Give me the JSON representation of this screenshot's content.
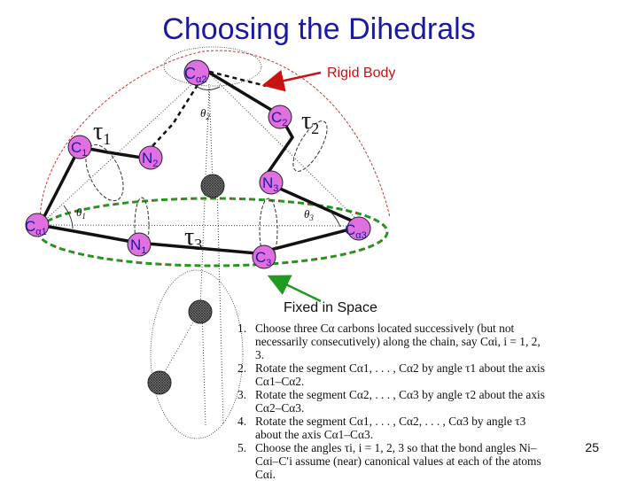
{
  "title": "Choosing the Dihedrals",
  "annotations": {
    "rigid_body": "Rigid Body",
    "fixed_in_space": "Fixed in Space"
  },
  "atoms": {
    "ca2_main": "C",
    "ca2_sub": "α2",
    "c1": "C",
    "c1_sub": "1",
    "c2": "C",
    "c2_sub": "2",
    "n2": "N",
    "n2_sub": "2",
    "n3": "N",
    "n3_sub": "3",
    "ca1_main": "C",
    "ca1_sub": "α1",
    "n1": "N",
    "n1_sub": "1",
    "ca3_main": "C",
    "ca3_sub": "α3",
    "c3": "C",
    "c3_sub": "3"
  },
  "greek": {
    "tau1": "τ",
    "tau1_sub": "1",
    "tau2": "τ",
    "tau2_sub": "2",
    "tau3": "τ",
    "tau3_sub": "3",
    "theta1": "θ",
    "theta1_sub": "1",
    "theta2": "θ",
    "theta2_sub": "2",
    "theta3": "θ",
    "theta3_sub": "3"
  },
  "steps": [
    {
      "num": "1.",
      "text": "Choose three Cα carbons located successively (but not necessarily consecutively) along the chain, say Cαi, i = 1, 2, 3."
    },
    {
      "num": "2.",
      "text": "Rotate the segment Cα1, . . . , Cα2 by angle τ1 about the axis Cα1–Cα2."
    },
    {
      "num": "3.",
      "text": "Rotate the segment Cα2, . . . , Cα3 by angle τ2 about the axis Cα2–Cα3."
    },
    {
      "num": "4.",
      "text": "Rotate the segment Cα1, . . . , Cα2, . . . , Cα3 by angle τ3 about the axis Cα1–Cα3."
    },
    {
      "num": "5.",
      "text": "Choose the angles τi, i = 1, 2, 3 so that the bond angles Ni–Cαi–C′i assume (near) canonical values at each of the atoms Cαi."
    }
  ],
  "page_number": "25",
  "colors": {
    "title": "#1a1aa0",
    "atom_fill": "#e070e0",
    "atom_text": "#1a1aa0",
    "rigid_body_arrow": "#cc1111",
    "fixed_arrow": "#229922",
    "rigid_ellipse": "#cc3333",
    "fixed_ellipse_green": "#229922",
    "fixed_ellipse_red": "#cc2222"
  }
}
